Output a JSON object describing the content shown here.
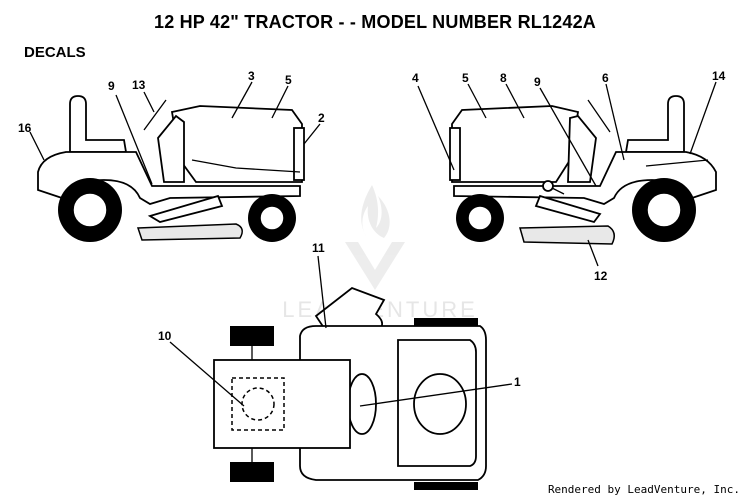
{
  "title": "12 HP 42\" TRACTOR - - MODEL NUMBER RL1242A",
  "section": "DECALS",
  "credit": "Rendered by LeadVenture, Inc.",
  "watermark": "LEADVENTURE",
  "callouts": {
    "left_view": [
      "16",
      "9",
      "13",
      "3",
      "5",
      "2"
    ],
    "right_view": [
      "4",
      "5",
      "8",
      "9",
      "6",
      "14",
      "12"
    ],
    "top_view": [
      "11",
      "10",
      "1"
    ]
  },
  "colors": {
    "line": "#000000",
    "watermark": "#e6e6e6",
    "background": "#ffffff"
  }
}
